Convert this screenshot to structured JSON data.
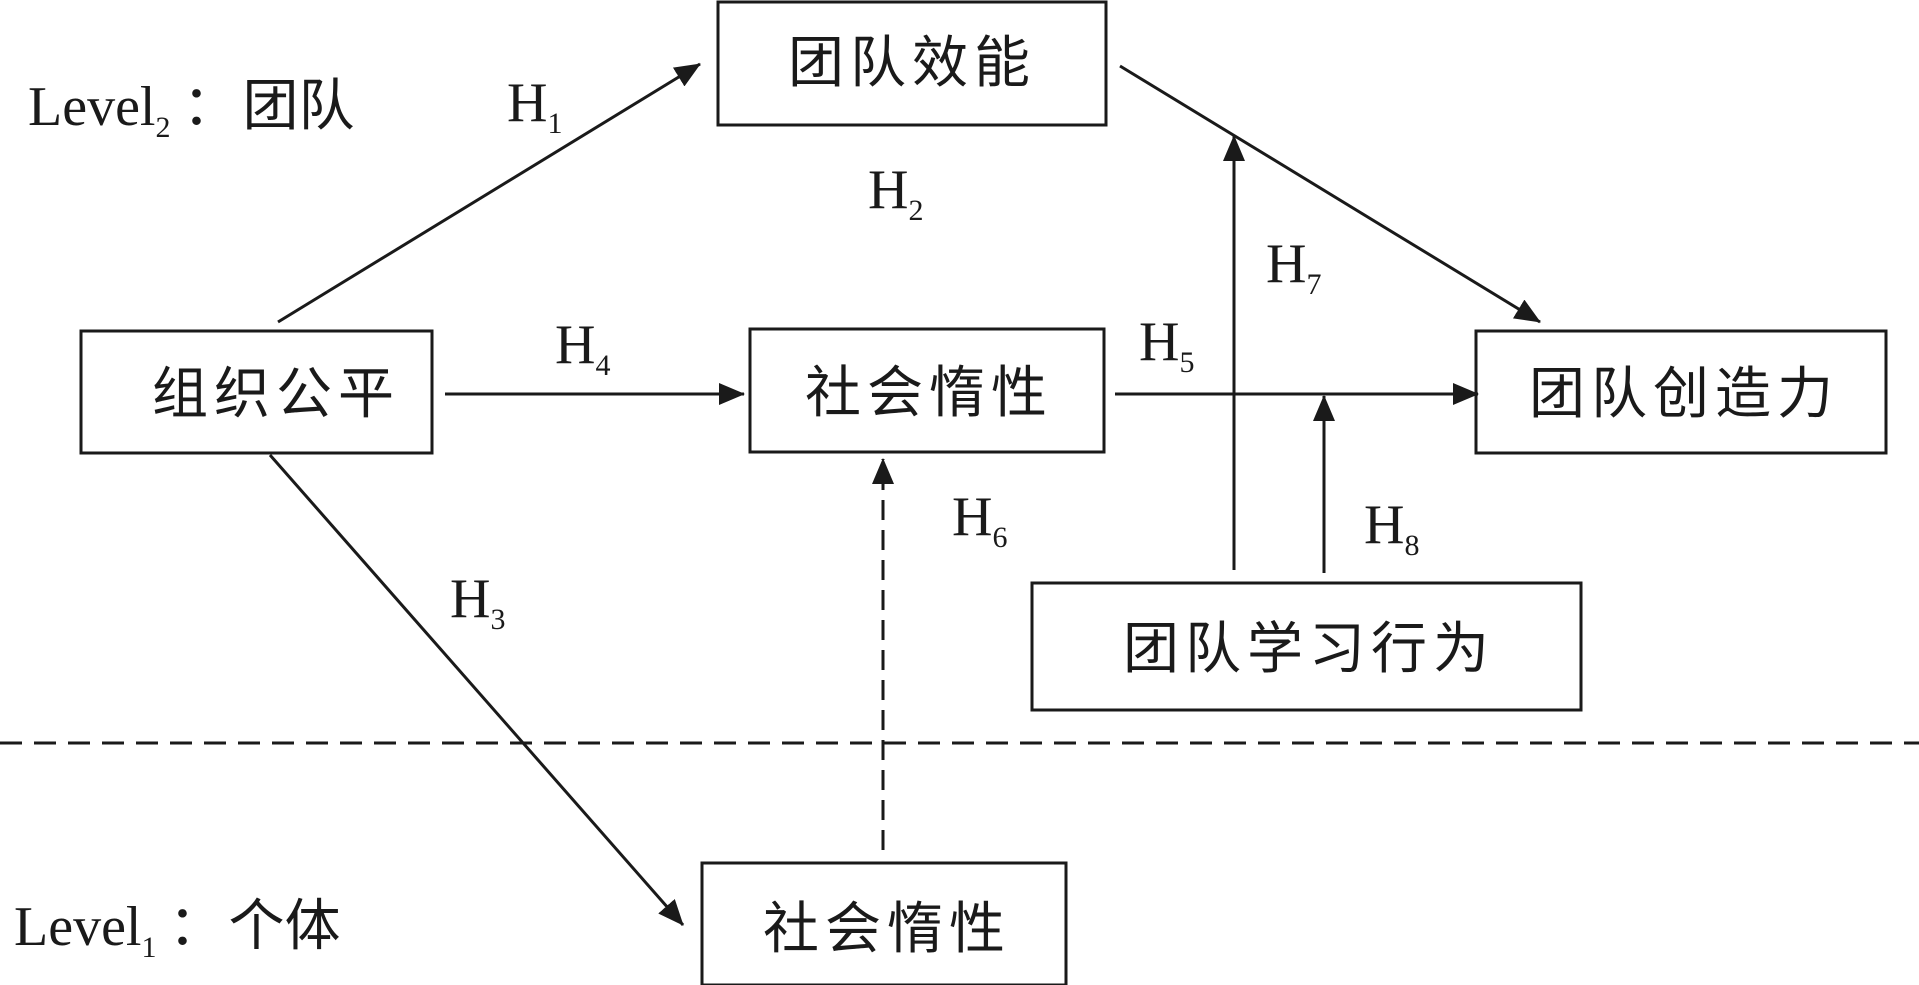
{
  "levels": {
    "team": {
      "prefix": "Level",
      "sub": "2",
      "colon": "：",
      "name": "团队"
    },
    "individual": {
      "prefix": "Level",
      "sub": "1",
      "colon": "：",
      "name": "个体"
    }
  },
  "nodes": {
    "team_efficacy": "团队效能",
    "org_justice": "组织公平",
    "social_loafing_team": "社会惰性",
    "team_creativity": "团队创造力",
    "team_learning": "团队学习行为",
    "social_loafing_individual": "社会惰性"
  },
  "hypotheses": {
    "h1": {
      "main": "H",
      "sub": "1"
    },
    "h2": {
      "main": "H",
      "sub": "2"
    },
    "h3": {
      "main": "H",
      "sub": "3"
    },
    "h4": {
      "main": "H",
      "sub": "4"
    },
    "h5": {
      "main": "H",
      "sub": "5"
    },
    "h6": {
      "main": "H",
      "sub": "6"
    },
    "h7": {
      "main": "H",
      "sub": "7"
    },
    "h8": {
      "main": "H",
      "sub": "8"
    }
  }
}
